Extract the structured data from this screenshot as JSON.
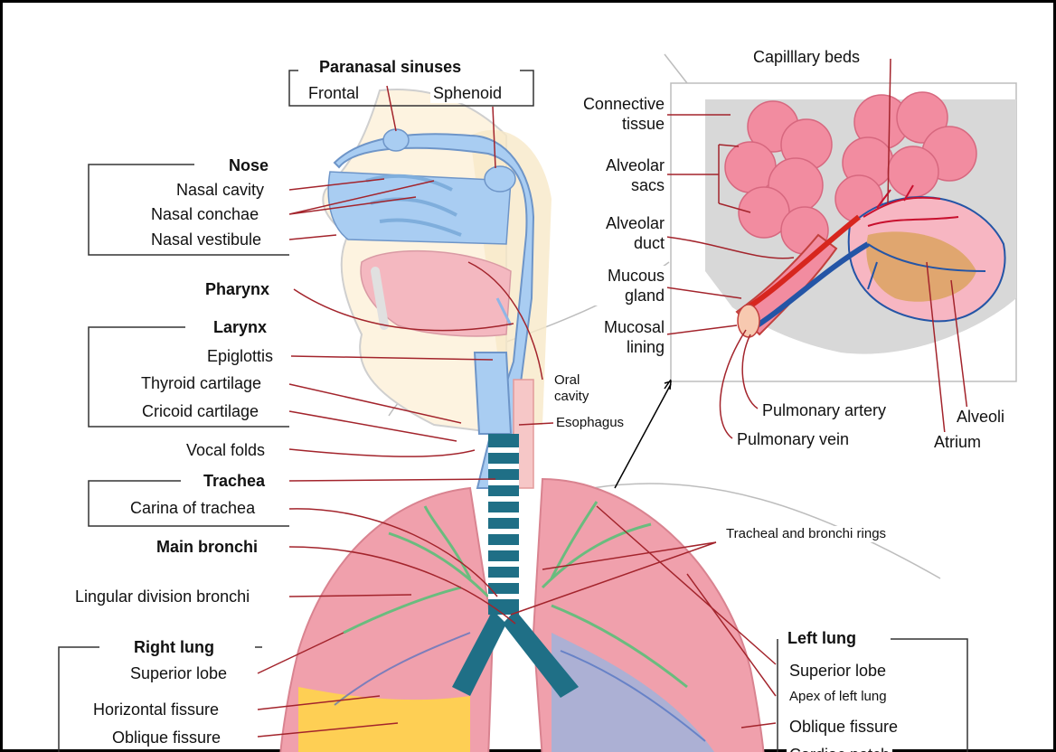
{
  "labels": {
    "paranasal_sinuses": "Paranasal sinuses",
    "frontal": "Frontal",
    "sphenoid": "Sphenoid",
    "nose": "Nose",
    "nasal_cavity": "Nasal cavity",
    "nasal_conchae": "Nasal conchae",
    "nasal_vestibule": "Nasal vestibule",
    "pharynx": "Pharynx",
    "larynx": "Larynx",
    "epiglottis": "Epiglottis",
    "thyroid_cartilage": "Thyroid cartilage",
    "cricoid_cartilage": "Cricoid cartilage",
    "vocal_folds": "Vocal folds",
    "trachea": "Trachea",
    "carina_of_trachea": "Carina of trachea",
    "main_bronchi": "Main bronchi",
    "lingular_division_bronchi": "Lingular division bronchi",
    "right_lung": "Right lung",
    "superior_lobe_right": "Superior lobe",
    "horizontal_fissure": "Horizontal fissure",
    "oblique_fissure_right": "Oblique fissure",
    "oral_cavity": "Oral cavity",
    "esophagus": "Esophagus",
    "tracheal_bronchi_rings": "Tracheal and bronchi rings",
    "capillary_beds": "Capilllary beds",
    "connective_tissue": "Connective tissue",
    "alveolar_sacs": "Alveolar sacs",
    "alveolar_duct": "Alveolar duct",
    "mucous_gland": "Mucous gland",
    "mucosal_lining": "Mucosal lining",
    "pulmonary_artery": "Pulmonary artery",
    "pulmonary_vein": "Pulmonary vein",
    "alveoli": "Alveoli",
    "atrium": "Atrium",
    "left_lung": "Left lung",
    "superior_lobe_left": "Superior lobe",
    "apex_of_left_lung": "Apex of left lung",
    "oblique_fissure_left": "Oblique fissure",
    "cardiac_notch": "Cardiac notch"
  },
  "colors": {
    "airway_blue": "#a9cdf2",
    "lung_pink": "#f0a0ac",
    "bronchi_green": "#5cc07a",
    "trachea_ring": "#1f6f86",
    "leader_line": "#a3242c",
    "alveoli_pink": "#f28ca0"
  }
}
